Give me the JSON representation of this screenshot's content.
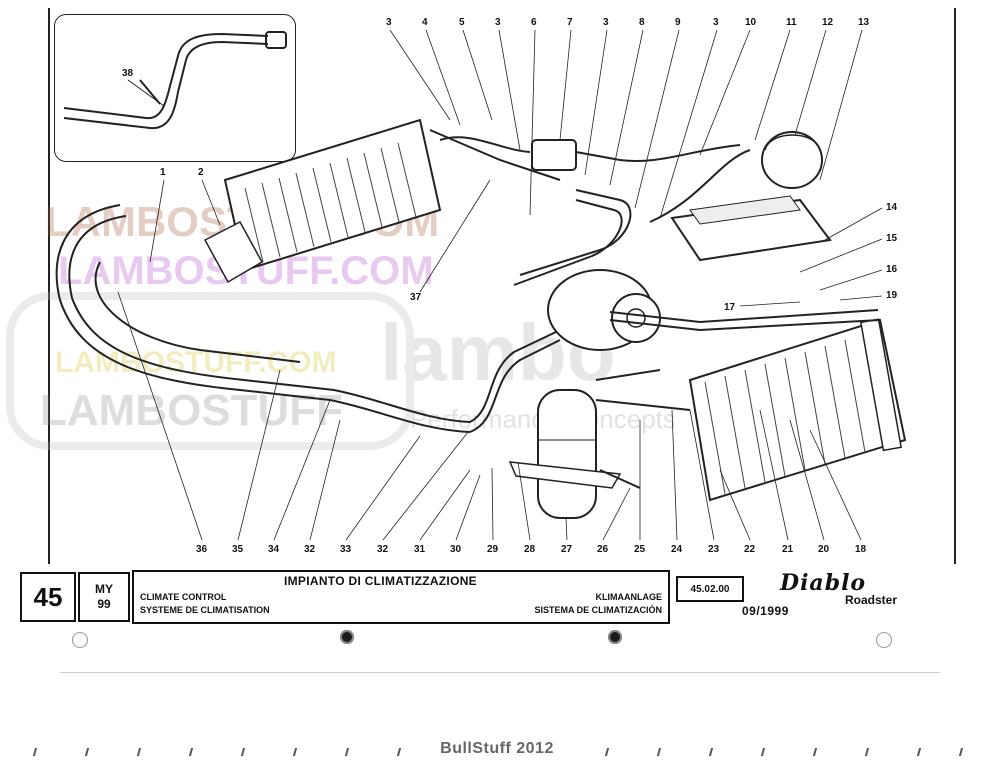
{
  "watermarks": {
    "w1": "LAMBOSTUFF.COM",
    "w2": "LAMBOSTUFF.COM",
    "w3": "LAMBOSTUFF.COM",
    "w4": "LAMBOSTUFF",
    "w5": "Performance Concepts"
  },
  "inset_label": "38",
  "callouts": {
    "top": [
      "3",
      "4",
      "5",
      "3",
      "6",
      "7",
      "3",
      "8",
      "9",
      "3",
      "10",
      "11",
      "12",
      "13"
    ],
    "right": [
      "14",
      "15",
      "16",
      "17",
      "19"
    ],
    "left": [
      "1",
      "2",
      "37"
    ],
    "bottom": [
      "36",
      "35",
      "34",
      "32",
      "33",
      "32",
      "31",
      "30",
      "29",
      "28",
      "27",
      "26",
      "25",
      "24",
      "23",
      "22",
      "21",
      "20",
      "18"
    ]
  },
  "title_block": {
    "page_number": "45",
    "my_label": "MY",
    "my_year": "99",
    "title_it": "IMPIANTO DI CLIMATIZZAZIONE",
    "title_en": "CLIMATE CONTROL",
    "title_fr": "SYSTEME DE CLIMATISATION",
    "title_de": "KLIMAANLAGE",
    "title_es": "SISTEMA DE CLIMATIZACIÓN",
    "code": "45.02.00",
    "brand": "Diablo",
    "model": "Roadster",
    "date": "09/1999"
  },
  "footer_text": "BullStuff 2012"
}
